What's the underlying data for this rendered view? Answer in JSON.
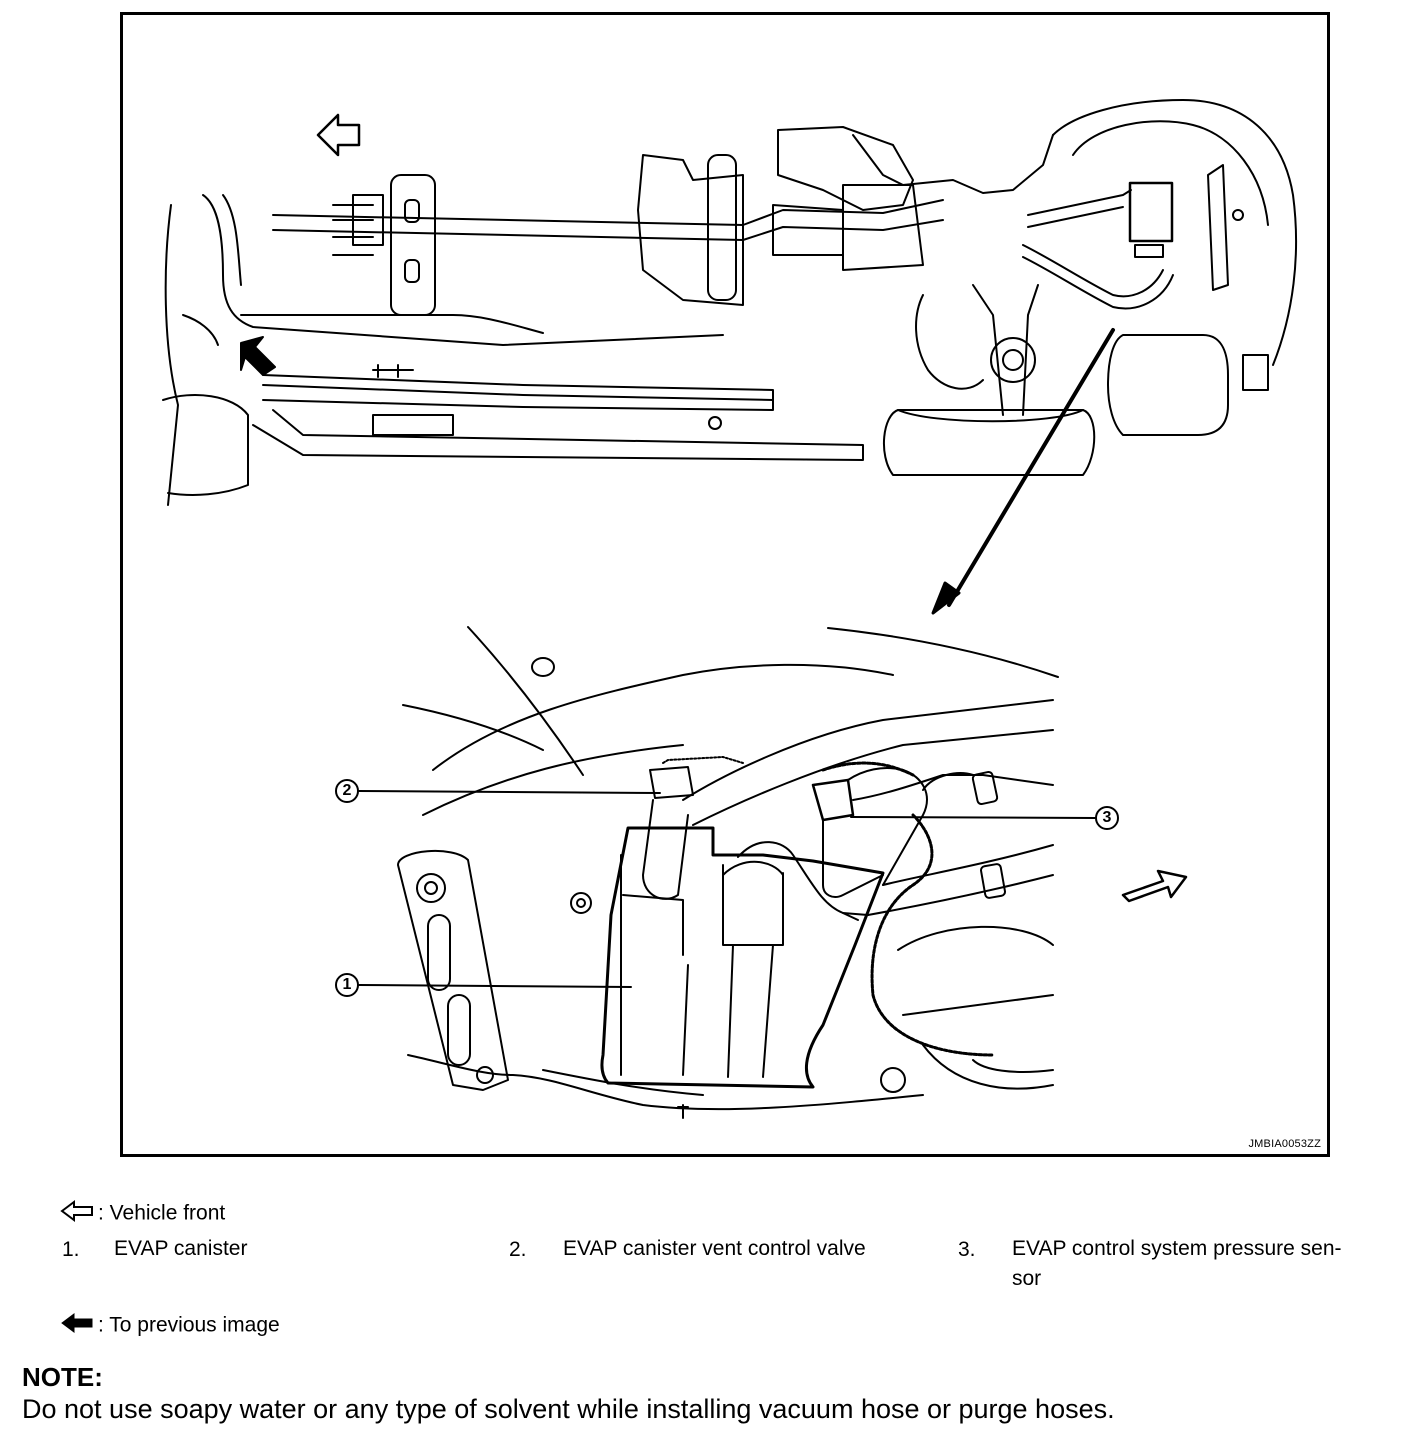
{
  "figure": {
    "image_id_text": "JMBIA0053ZZ",
    "callouts": [
      "1",
      "2",
      "3"
    ]
  },
  "legend": {
    "vehicle_front": {
      "symbol": "outline-arrow-left-icon",
      "text": ": Vehicle front"
    },
    "previous_image": {
      "symbol": "solid-arrow-left-icon",
      "text": ": To previous image"
    }
  },
  "items": [
    {
      "number": "1.",
      "label": "EVAP canister"
    },
    {
      "number": "2.",
      "label": "EVAP canister vent control valve"
    },
    {
      "number": "3.",
      "label": "EVAP control system pressure sen-",
      "label_cont": "sor"
    }
  ],
  "note": {
    "heading": "NOTE:",
    "text": "Do not use soapy water or any type of solvent while installing vacuum hose or purge hoses."
  },
  "colors": {
    "line": "#000000",
    "background": "#ffffff"
  }
}
